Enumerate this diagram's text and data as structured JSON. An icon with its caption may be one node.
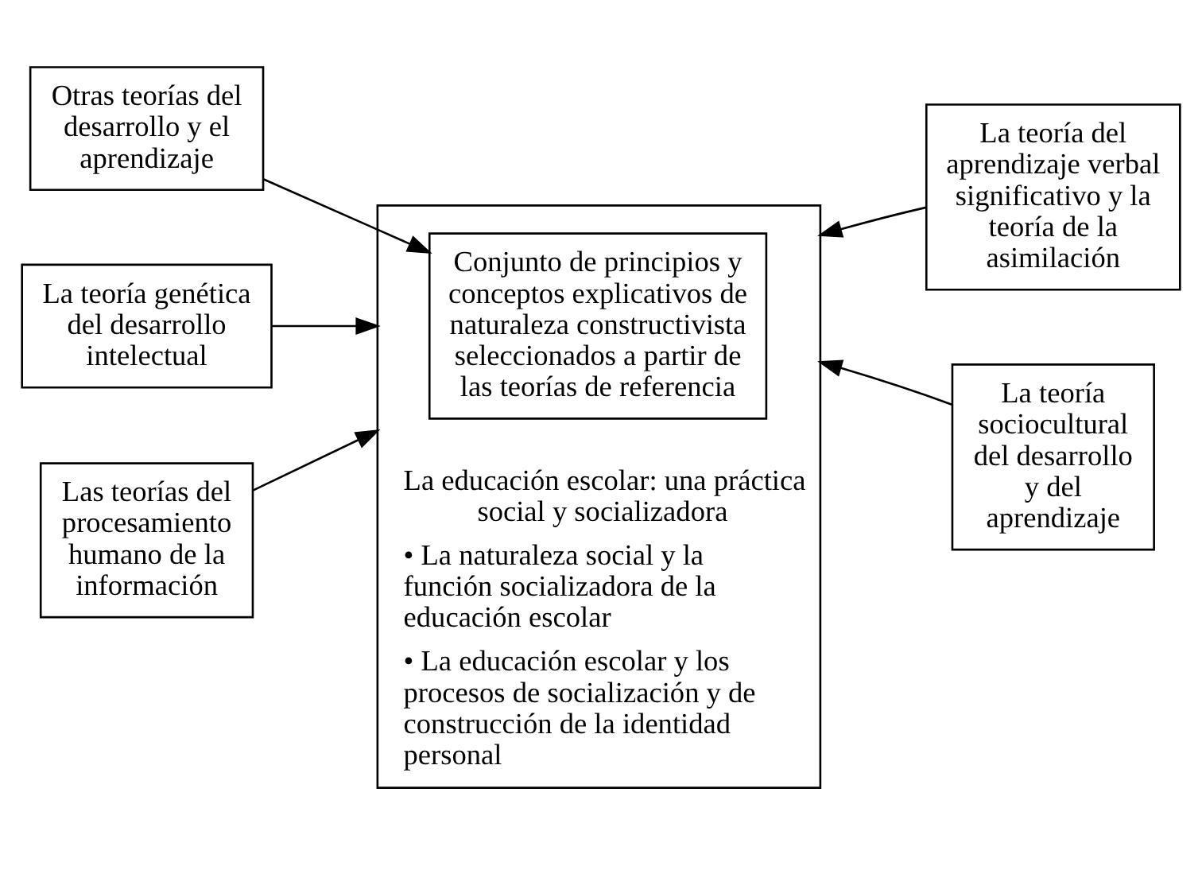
{
  "diagram": {
    "nodes": [
      {
        "text": [
          "Otras teorías del desarrollo y el aprendizaje"
        ]
      },
      {
        "text": [
          "La teoría genética del desarrollo intelectual"
        ]
      },
      {
        "text": [
          "La educación escolar: una práctica social y socializadora",
          "• La naturaleza social y la función socializadora de la educación escolar",
          "• La educación escolar y los procesos de socialización y de construcción de la identidad personal"
        ]
      },
      {
        "text": [
          "Conjunto de principios y conceptos explicativos de naturaleza constructivista seleccionados a partir de las teorías de referencia"
        ],
        "in": 2
      },
      {
        "text": [
          "La teoría del aprendizaje verbal significativo y la teoría de la asimilación"
        ]
      },
      {
        "text": [
          "Las teorías del procesamiento humano de la información"
        ]
      },
      {
        "text": [
          "La teoría sociocultural del desarrollo y del aprendizaje"
        ]
      }
    ],
    "edges": [
      {
        "from": 0,
        "to": 3,
        "arrow": "to"
      },
      {
        "from": 1,
        "to": 2,
        "arrow": "to"
      },
      {
        "from": 4,
        "to": 2,
        "arrow": "to"
      },
      {
        "from": 5,
        "to": 2,
        "arrow": "to"
      },
      {
        "from": 6,
        "to": 2,
        "arrow": "to"
      }
    ]
  }
}
